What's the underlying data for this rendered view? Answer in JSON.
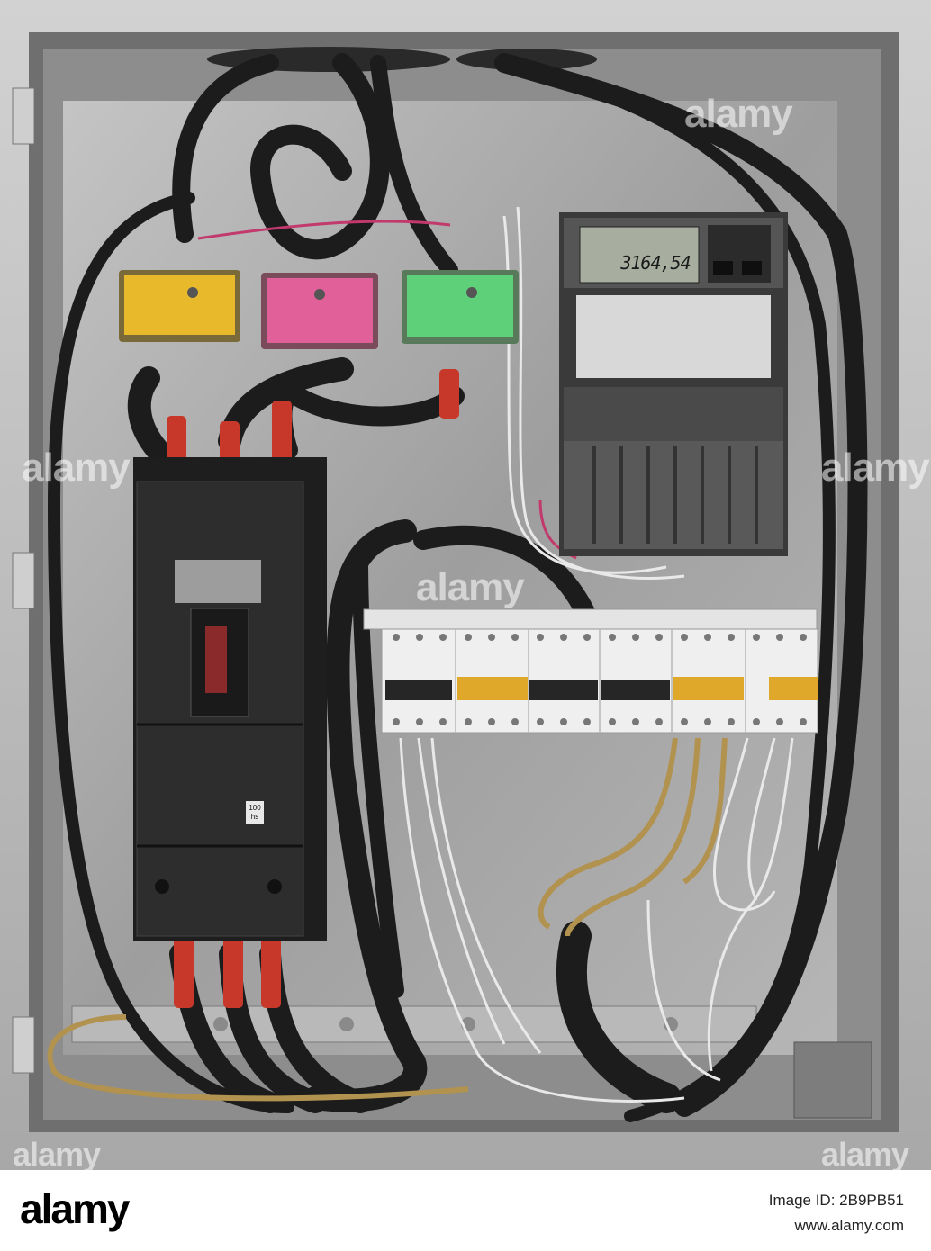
{
  "meter": {
    "reading": "3164,54"
  },
  "main_breaker": {
    "rating_top": "100",
    "rating_bottom": "hs"
  },
  "watermarks": [
    "alamy",
    "alamy",
    "alamy",
    "alamy",
    "alamy",
    "alamy"
  ],
  "footer": {
    "logo": "alamy",
    "image_id": "Image ID: 2B9PB51",
    "url": "www.alamy.com"
  },
  "colors": {
    "fuse_yellow": "#e8b92a",
    "fuse_pink": "#e2609a",
    "fuse_green": "#5fd07a",
    "sleeve_red": "#c8382a",
    "panel_metal": "#a9a9a9"
  }
}
